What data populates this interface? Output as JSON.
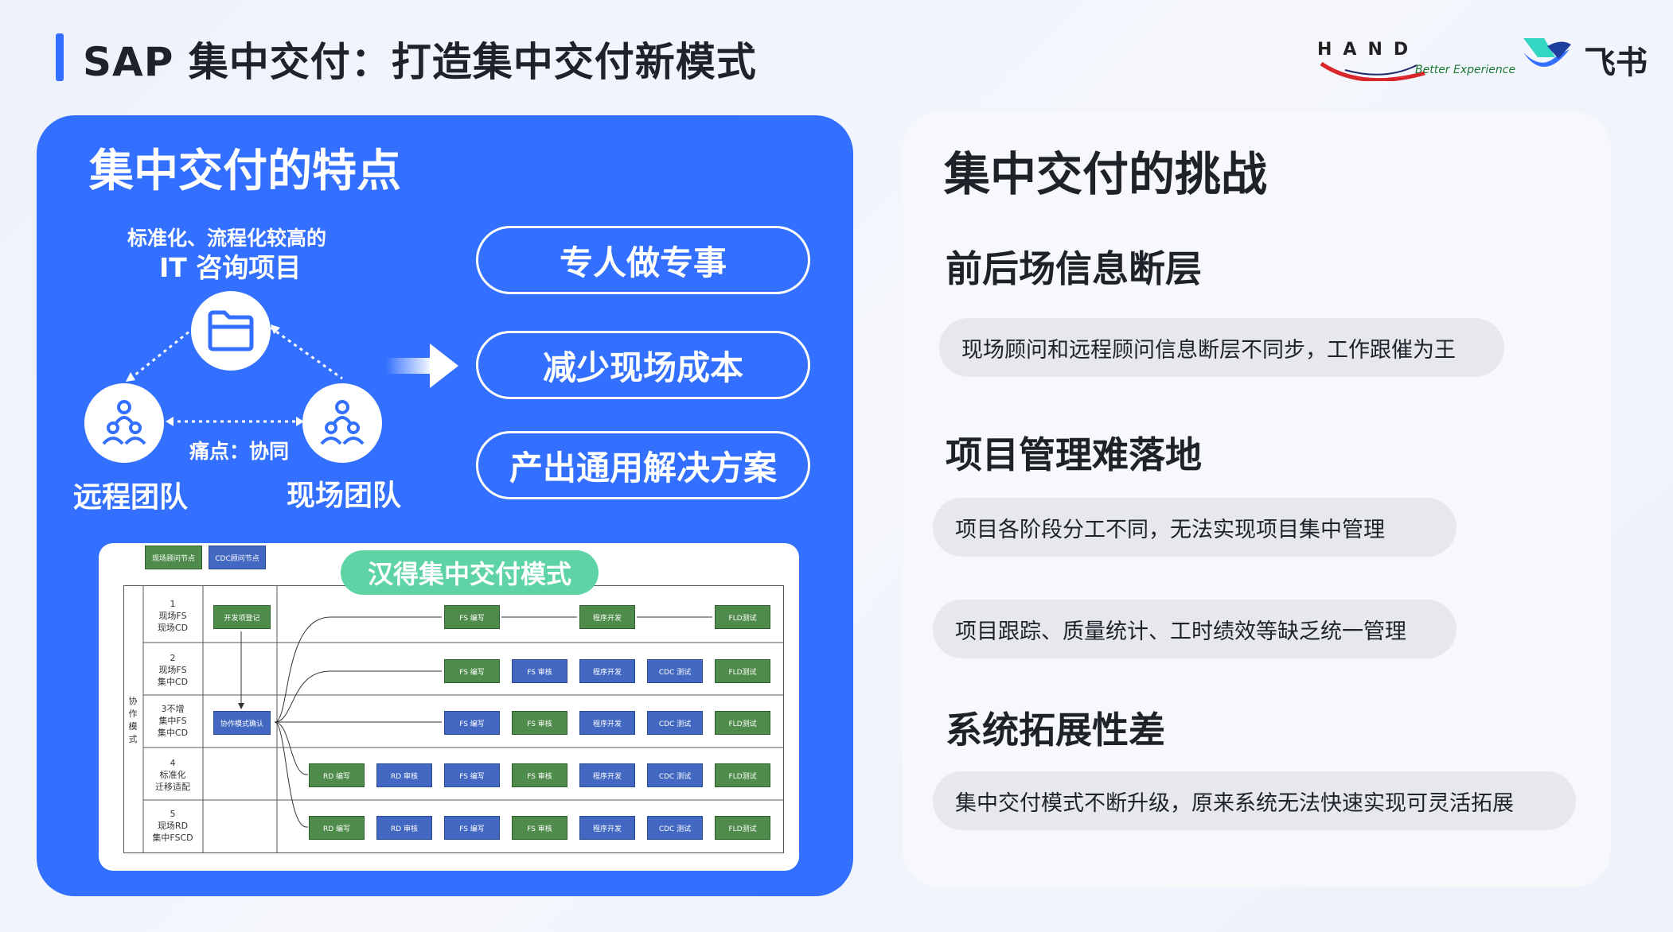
{
  "header": {
    "title": "SAP 集中交付：打造集中交付新模式",
    "hand_logo_text": "HAND",
    "hand_tagline": "Better Experience",
    "feishu_text": "飞书"
  },
  "left": {
    "title": "集中交付的特点",
    "it_sub": "标准化、流程化较高的",
    "it_main": "IT 咨询项目",
    "pain_label": "痛点：协同",
    "remote_label": "远程团队",
    "onsite_label": "现场团队",
    "pills": [
      "专人做专事",
      "减少现场成本",
      "产出通用解决方案"
    ],
    "diagram": {
      "badge": "汉得集中交付模式",
      "legend": [
        "现场顾问节点",
        "CDC顾问节点"
      ],
      "collab_label": "协作模式",
      "rows": [
        "1\n现场FS\n现场CD",
        "2\n现场FS\n集中CD",
        "3不增\n集中FS\n集中CD",
        "4\n标准化\n迁移适配",
        "5\n现场RD\n集中FSCD"
      ],
      "start_box": "开发项登记",
      "confirm_box": "协作模式确认",
      "steps": {
        "fs_write": "FS 编写",
        "fs_review": "FS 审核",
        "dev": "程序开发",
        "cdc_test": "CDC 测试",
        "fld_test": "FLD测试",
        "rd_write": "RD 编写",
        "rd_review": "RD 审核"
      }
    }
  },
  "right": {
    "title": "集中交付的挑战",
    "sections": [
      {
        "heading": "前后场信息断层",
        "items": [
          "现场顾问和远程顾问信息断层不同步，工作跟催为王"
        ]
      },
      {
        "heading": "项目管理难落地",
        "items": [
          "项目各阶段分工不同，无法实现项目集中管理",
          "项目跟踪、质量统计、工时绩效等缺乏统一管理"
        ]
      },
      {
        "heading": "系统拓展性差",
        "items": [
          "集中交付模式不断升级，原来系统无法快速实现可灵活拓展"
        ]
      }
    ]
  },
  "colors": {
    "primary_blue": "#3370ff",
    "flow_green": "#4f8b4a",
    "flow_blue": "#4368c2",
    "badge_green": "#5ed3a5"
  }
}
